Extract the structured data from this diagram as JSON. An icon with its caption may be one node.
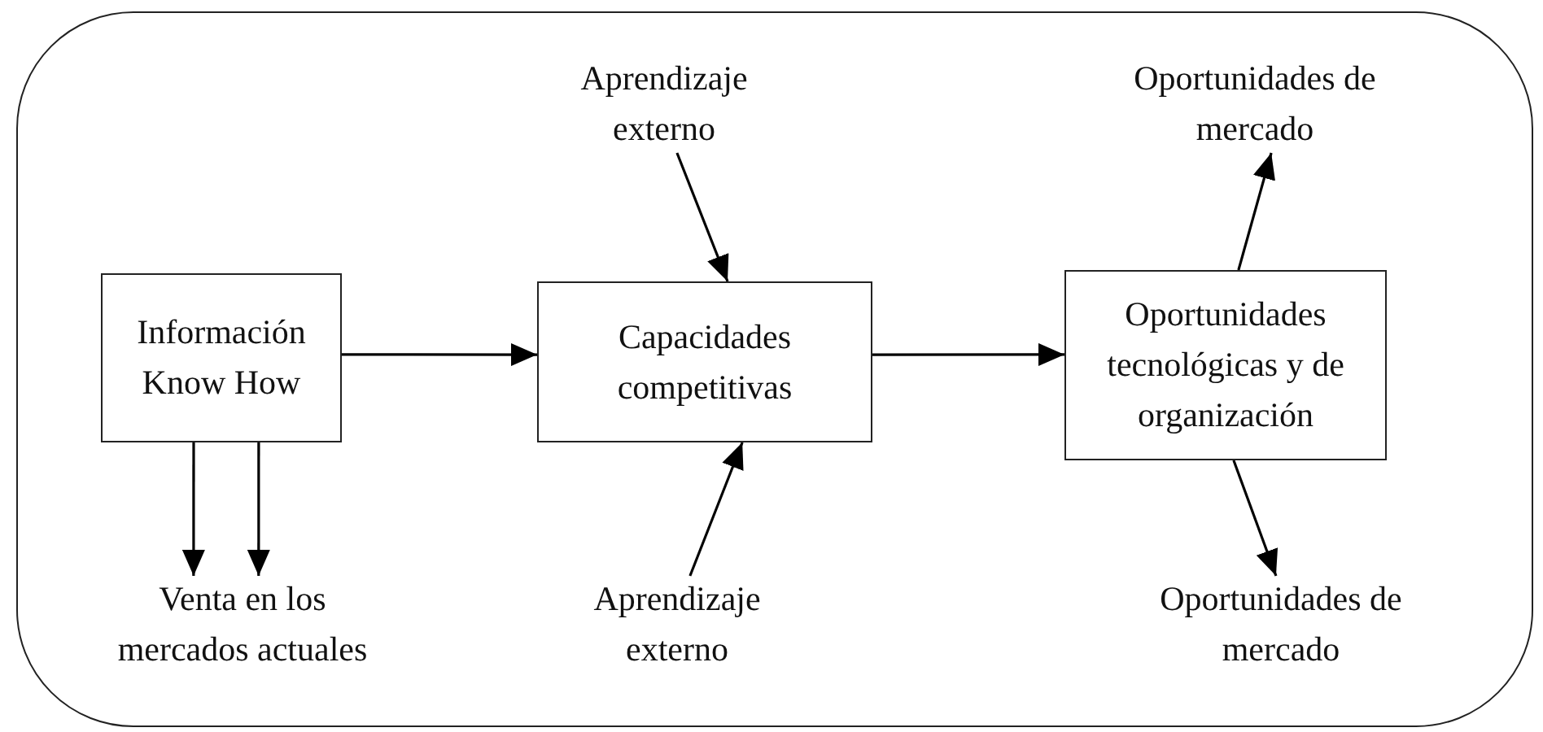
{
  "diagram": {
    "nodes": [
      {
        "text": [],
        "shape": "box"
      },
      {
        "text": [
          "Aprendizaje externo"
        ],
        "in": 0
      },
      {
        "text": [
          "Oportunidades de mercado"
        ],
        "in": 0
      },
      {
        "text": [
          "Información Know How"
        ],
        "in": 0
      },
      {
        "text": [
          "Capacidades competitivas"
        ],
        "in": 0
      },
      {
        "text": [
          "Oportunidades tecnológicas y de organización"
        ],
        "in": 0
      },
      {
        "text": [
          "Venta en los mercados actuales"
        ],
        "in": 0
      },
      {
        "text": [
          "Aprendizaje externo"
        ],
        "in": 0
      },
      {
        "text": [
          "Oportunidades de mercado"
        ],
        "in": 0
      }
    ],
    "edges": [
      {
        "from": 1,
        "to": 4,
        "arrow": "to"
      },
      {
        "from": 5,
        "to": 2,
        "arrow": "to"
      },
      {
        "from": 3,
        "to": 4,
        "arrow": "to"
      },
      {
        "from": 4,
        "to": 5,
        "arrow": "to"
      },
      {
        "from": 3,
        "to": 6,
        "arrow": "to"
      },
      {
        "from": 3,
        "to": 6,
        "arrow": "to"
      },
      {
        "from": 7,
        "to": 4,
        "arrow": "to"
      },
      {
        "from": 5,
        "to": 8,
        "arrow": "to"
      }
    ]
  }
}
